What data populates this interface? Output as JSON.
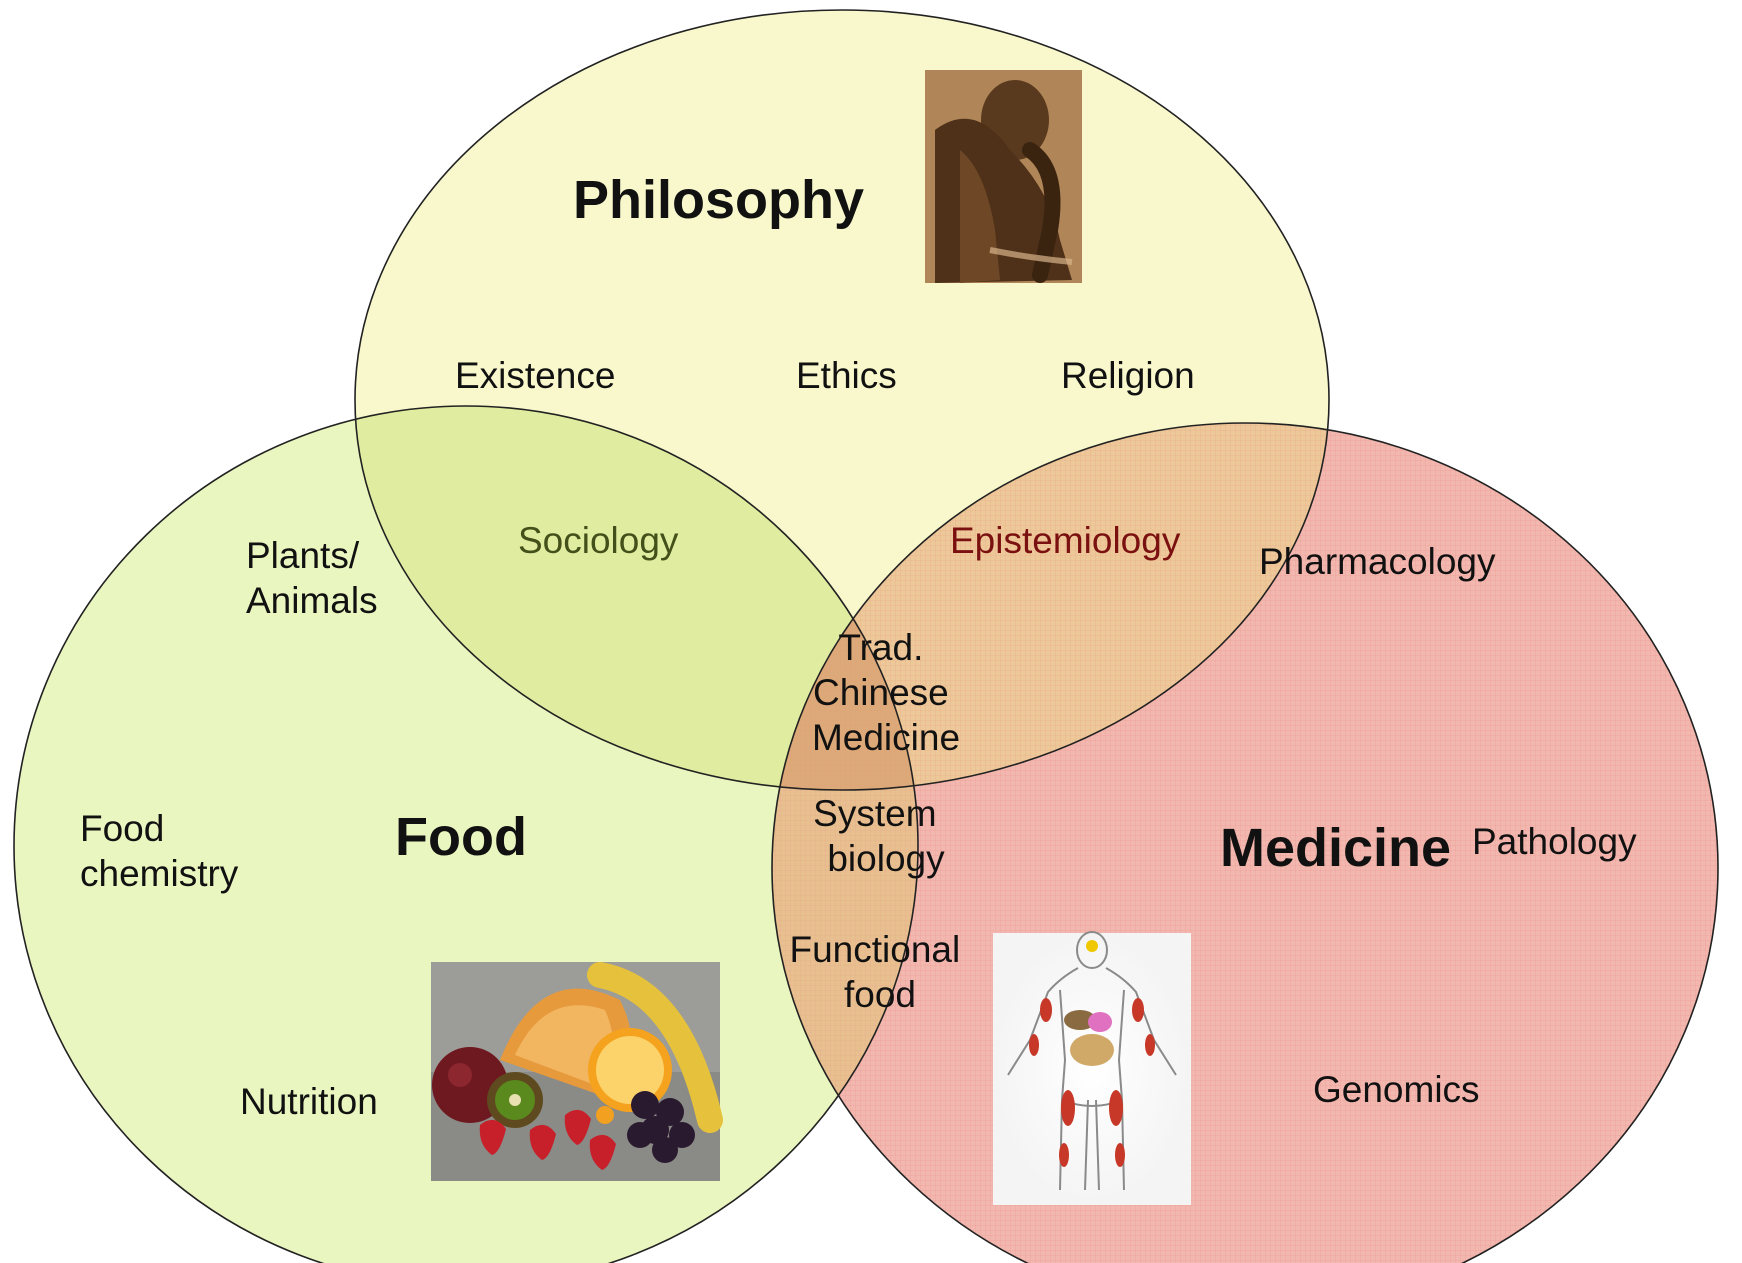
{
  "diagram": {
    "sets": {
      "philosophy": {
        "title": "Philosophy",
        "fill": "#f8f8cc",
        "image": "thinker-statue-photo"
      },
      "food": {
        "title": "Food",
        "fill": "#eaf6c0",
        "image": "fruit-assortment-photo"
      },
      "medicine": {
        "title": "Medicine",
        "fill": "#f2b8b0",
        "image": "human-body-organs-illustration"
      }
    },
    "labels": {
      "existence": "Existence",
      "ethics": "Ethics",
      "religion": "Religion",
      "sociology": "Sociology",
      "epistemiology": "Epistemiology",
      "pharmacology": "Pharmacology",
      "plants_animals": [
        "Plants/",
        "Animals"
      ],
      "tcm": [
        "Trad.",
        "Chinese",
        "Medicine"
      ],
      "system_biology": [
        "System",
        "biology"
      ],
      "functional_food": [
        "Functional",
        "food"
      ],
      "food_chemistry": [
        "Food",
        "chemistry"
      ],
      "nutrition": "Nutrition",
      "pathology": "Pathology",
      "genomics": "Genomics"
    },
    "colors": {
      "outline": "#222222",
      "text": "#111111",
      "sociology_text": "#44501a",
      "epistemiology_text": "#7a1010",
      "philosophy_food_overlap": "#e0eda0",
      "philosophy_medicine_overlap": "#edc898",
      "food_medicine_overlap": "#e8c090",
      "center_overlap": "#dcaa78"
    }
  }
}
